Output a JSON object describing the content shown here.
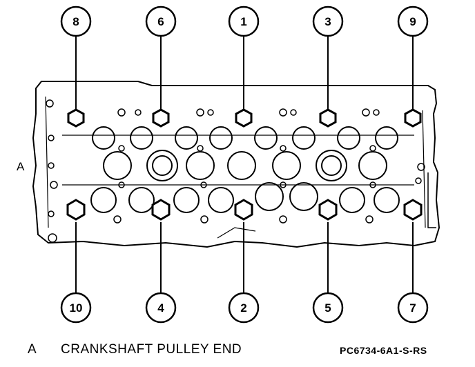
{
  "side_label": "A",
  "callouts_top": [
    "8",
    "6",
    "1",
    "3",
    "9"
  ],
  "callouts_bottom": [
    "10",
    "4",
    "2",
    "5",
    "7"
  ],
  "caption": {
    "letter": "A",
    "text": "CRANKSHAFT PULLEY END"
  },
  "figure_code": "PC6734-6A1-S-RS",
  "colors": {
    "ink": "#000000",
    "paper": "#ffffff"
  }
}
